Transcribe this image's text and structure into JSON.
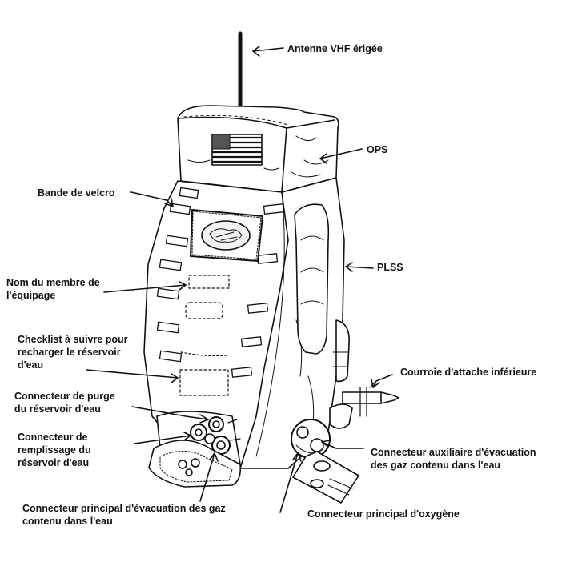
{
  "labels": {
    "antenna": "Antenne VHF érigée",
    "ops": "OPS",
    "velcro": "Bande de velcro",
    "plss": "PLSS",
    "crew_name": "Nom du membre de\nl'équipage",
    "checklist": "Checklist à suivre pour\nrecharger le réservoir\nd'eau",
    "lower_strap": "Courroie d'attache inférieure",
    "purge_connector": "Connecteur de purge\ndu réservoir d'eau",
    "fill_connector": "Connecteur de\nremplissage du\nréservoir d'eau",
    "aux_gas_connector": "Connecteur auxiliaire d'évacuation\ndes gaz contenu dans l'eau",
    "main_gas_connector": "Connecteur principal d'évacuation des gaz\ncontenu dans l'eau",
    "main_oxygen_connector": "Connecteur principal d'oxygène"
  },
  "colors": {
    "ink": "#111111",
    "paper": "#ffffff",
    "shade": "#dddddd"
  }
}
